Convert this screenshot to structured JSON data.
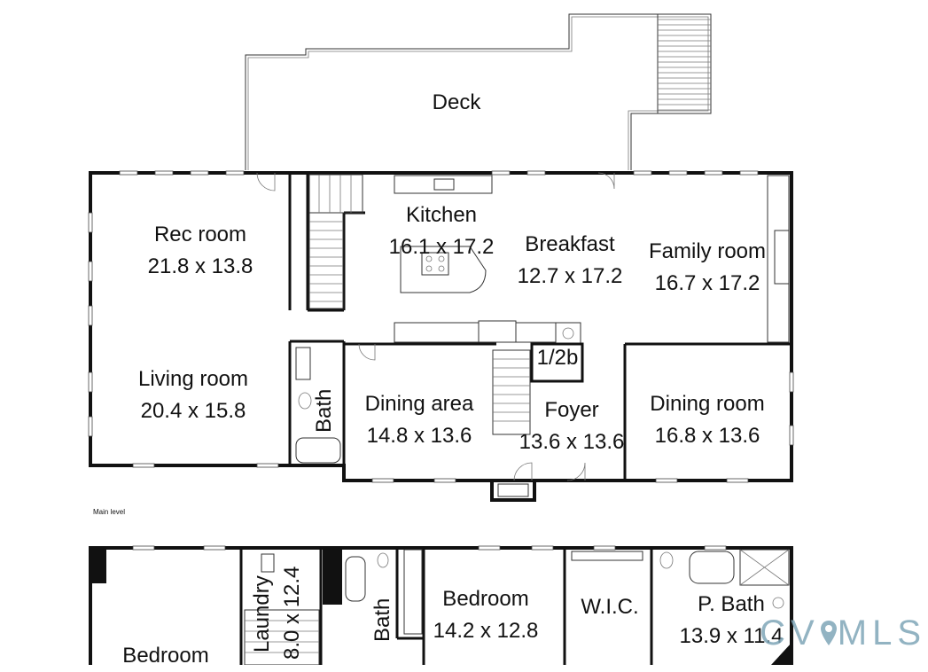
{
  "rooms": {
    "deck": {
      "name": "Deck"
    },
    "kitchen": {
      "name": "Kitchen",
      "size": "16.1 x 17.2"
    },
    "breakfast": {
      "name": "Breakfast",
      "size": "12.7 x 17.2"
    },
    "family_room": {
      "name": "Family room",
      "size": "16.7 x 17.2"
    },
    "rec_room": {
      "name": "Rec room",
      "size": "21.8 x 13.8"
    },
    "living_room": {
      "name": "Living room",
      "size": "20.4 x 15.8"
    },
    "bath_main": {
      "name": "Bath"
    },
    "half_bath": {
      "name": "1/2b"
    },
    "dining_area": {
      "name": "Dining area",
      "size": "14.8 x 13.6"
    },
    "foyer": {
      "name": "Foyer",
      "size": "13.6 x 13.6"
    },
    "dining_room": {
      "name": "Dining room",
      "size": "16.8 x 13.6"
    },
    "laundry": {
      "name": "Laundry",
      "size": "8.0 x 12.4"
    },
    "bath_upper": {
      "name": "Bath"
    },
    "bedroom_right": {
      "name": "Bedroom",
      "size": "14.2 x 12.8"
    },
    "wic": {
      "name": "W.I.C."
    },
    "p_bath": {
      "name": "P. Bath",
      "size": "13.9 x 11.4"
    },
    "bedroom_left": {
      "name": "Bedroom"
    }
  },
  "level_label": "Main level",
  "watermark": {
    "before": "CV",
    "after": "MLS",
    "color": "#7fa6b8"
  }
}
